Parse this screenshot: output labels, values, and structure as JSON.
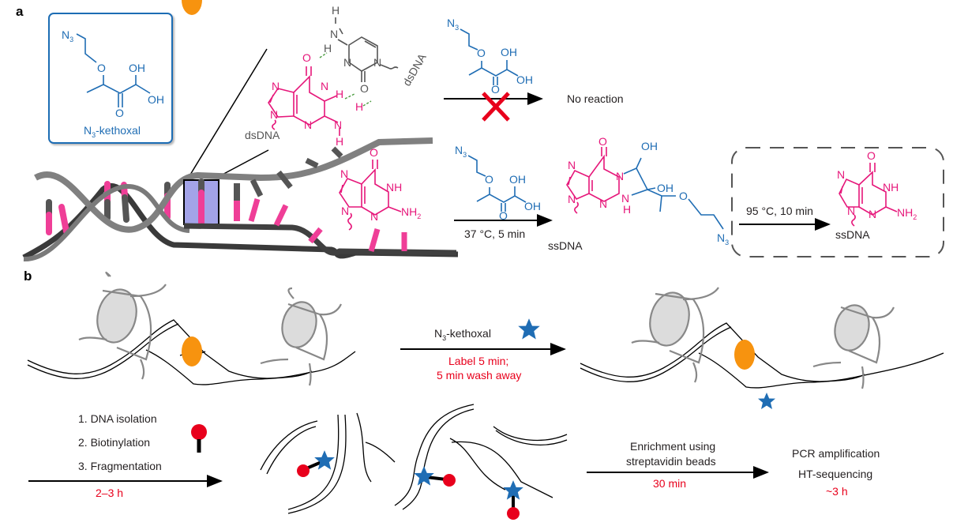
{
  "figure": {
    "panel_a_label": "a",
    "panel_b_label": "b"
  },
  "colors": {
    "reagent_blue": "#1f6db4",
    "guanine_magenta": "#e6177a",
    "cytosine_gray": "#555555",
    "time_red": "#e8001c",
    "highlight_lavender": "#a3a3e8",
    "protein_orange": "#f7930f",
    "biotin_red": "#e8001c",
    "histone_gray": "#dcdcdc"
  },
  "panel_a": {
    "reagent_box": {
      "azide": "N",
      "azide_sub": "3",
      "atoms": [
        "O",
        "OH",
        "OH",
        "O"
      ],
      "name_prefix": "N",
      "name_sub": "3",
      "name_suffix": "-kethoxal"
    },
    "base_pair": {
      "guanine_atoms": [
        "O",
        "N",
        "H",
        "N",
        "N",
        "N",
        "N",
        "H",
        "H"
      ],
      "cytosine_atoms": [
        "H",
        "N",
        "H",
        "N",
        "N",
        "O"
      ],
      "guanine_label": "dsDNA",
      "cytosine_label": "dsDNA"
    },
    "reaction_top": {
      "reagent_azide": "N",
      "reagent_azide_sub": "3",
      "reagent_atoms": [
        "O",
        "OH",
        "OH",
        "O"
      ],
      "result": "No reaction",
      "blocked_icon": "red-x-icon"
    },
    "free_guanine": {
      "atoms": [
        "O",
        "N",
        "NH",
        "N",
        "N",
        "NH"
      ],
      "nh2_sub": "2"
    },
    "reaction_bottom": {
      "reagent_azide": "N",
      "reagent_azide_sub": "3",
      "reagent_atoms": [
        "O",
        "OH",
        "OH",
        "O"
      ],
      "condition": "37 °C, 5 min",
      "product_atoms": [
        "O",
        "N",
        "N",
        "N",
        "N",
        "N",
        "H",
        "OH",
        "OH",
        "O"
      ],
      "product_azide": "N",
      "product_azide_sub": "3",
      "product_label": "ssDNA"
    },
    "reversal_box": {
      "condition": "95 °C, 10 min",
      "product_atoms": [
        "O",
        "N",
        "NH",
        "N",
        "N",
        "NH"
      ],
      "nh2_sub": "2",
      "product_label": "ssDNA"
    }
  },
  "panel_b": {
    "step1": {
      "reagent_prefix": "N",
      "reagent_sub": "3",
      "reagent_suffix": "-kethoxal",
      "time_line1": "Label 5 min;",
      "time_line2": "5 min wash away",
      "icon": "blue-star-icon"
    },
    "step2": {
      "items": [
        "1. DNA isolation",
        "2. Biotinylation",
        "3. Fragmentation"
      ],
      "time": "2–3 h",
      "icon": "biotin-lollipop-icon"
    },
    "step3": {
      "line1": "Enrichment using",
      "line2": "streptavidin beads",
      "time": "30 min"
    },
    "step4": {
      "line1": "PCR amplification",
      "line2": "HT-sequencing",
      "time": "~3 h"
    }
  }
}
